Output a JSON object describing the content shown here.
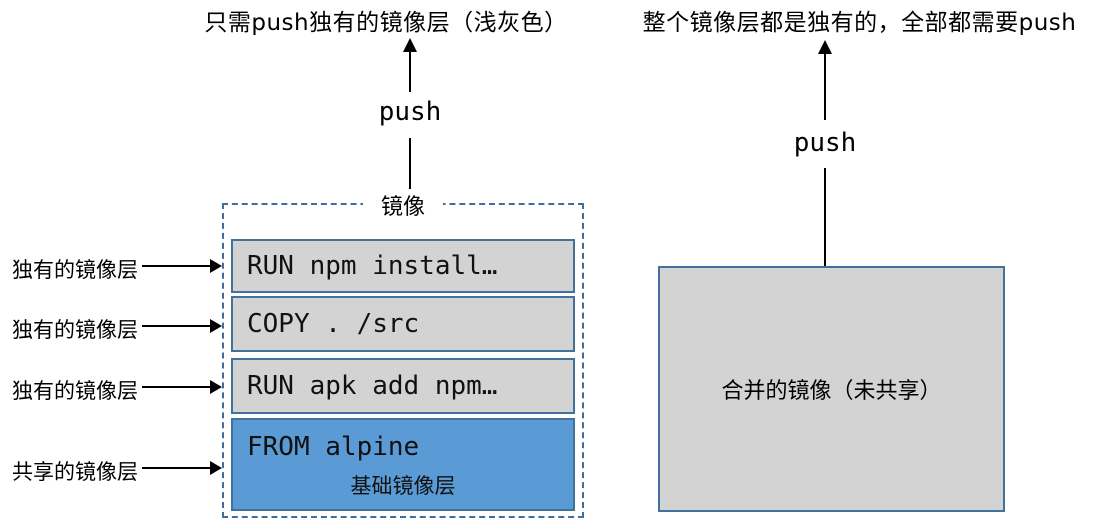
{
  "captions": {
    "left_top": "只需push独有的镜像层（浅灰色）",
    "right_top": "整个镜像层都是独有的，全部都需要push"
  },
  "left_diagram": {
    "push_label": "push",
    "box_title": "镜像",
    "layers": [
      {
        "text": "RUN npm install…",
        "type": "unique"
      },
      {
        "text": "COPY . /src",
        "type": "unique"
      },
      {
        "text": "RUN apk add npm…",
        "type": "unique"
      },
      {
        "text": "FROM alpine",
        "subtext": "基础镜像层",
        "type": "shared"
      }
    ],
    "row_labels": [
      {
        "label": "独有的镜像层"
      },
      {
        "label": "独有的镜像层"
      },
      {
        "label": "独有的镜像层"
      },
      {
        "label": "共享的镜像层"
      }
    ]
  },
  "right_diagram": {
    "push_label": "push",
    "box_label": "合并的镜像（未共享）"
  },
  "colors": {
    "layer_gray_fill": "#d3d3d3",
    "layer_blue_fill": "#5b9bd5",
    "layer_border": "#41719c",
    "dashed_border": "#3f6e9e",
    "arrow_and_text": "#000000",
    "background": "#ffffff"
  }
}
